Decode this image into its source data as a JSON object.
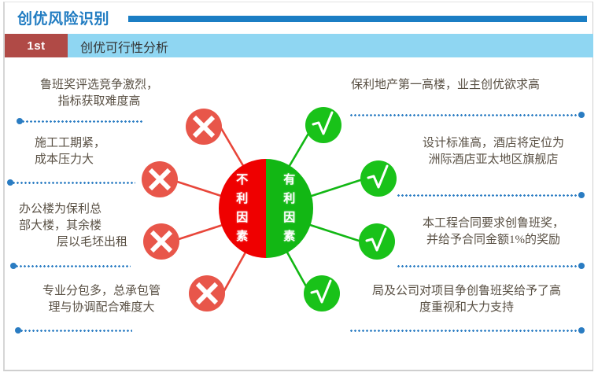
{
  "header": {
    "title": "创优风险识别",
    "badge": "1st",
    "subtitle": "创优可行性分析",
    "accent_blue": "#1b7ec4",
    "badge_red": "#b04a46",
    "band_blue": "#8fd6f2"
  },
  "center": {
    "left_label": "不利因素",
    "left_color": "#ef0000",
    "right_label": "有利因素",
    "right_color": "#12b714"
  },
  "negative": {
    "icon": "cross-circle-icon",
    "color": "#e8564a",
    "items": [
      {
        "lines": [
          "鲁班奖评选竞争激烈，",
          "指标获取难度高"
        ]
      },
      {
        "lines": [
          "施工工期紧，",
          "成本压力大"
        ]
      },
      {
        "lines": [
          "办公楼为保利总",
          "部大楼，其余楼",
          "层以毛坯出租"
        ]
      },
      {
        "lines": [
          "专业分包多，总承包管",
          "理与协调配合难度大"
        ]
      }
    ]
  },
  "positive": {
    "icon": "check-circle-icon",
    "color": "#19c219",
    "items": [
      {
        "lines": [
          "保利地产第一高楼，业主创优欲求高"
        ]
      },
      {
        "lines": [
          "设计标准高，酒店将定位为",
          "洲际酒店亚太地区旗舰店"
        ]
      },
      {
        "lines": [
          "本工程合同要求创鲁班奖，",
          "并给予合同金额1%的奖励"
        ]
      },
      {
        "lines": [
          "局及公司对项目争创鲁班奖给予了高",
          "度重视和大力支持"
        ]
      }
    ]
  },
  "dividers": {
    "color": "#2a7cc2"
  },
  "connectors": {
    "negative_color": "#e8463a",
    "positive_color": "#12b714"
  }
}
